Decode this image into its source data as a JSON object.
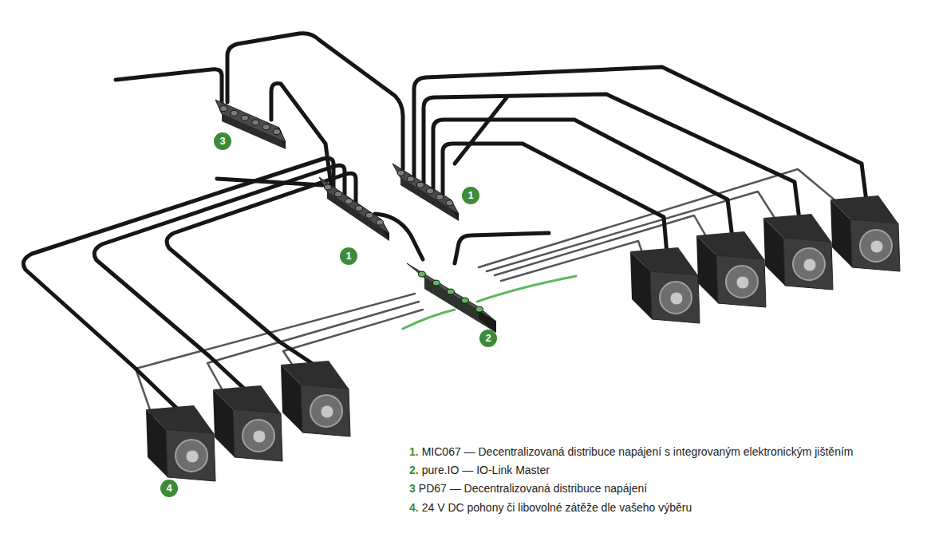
{
  "diagram": {
    "nodes": [
      {
        "text": [
          "3"
        ]
      },
      {
        "text": [
          "1"
        ]
      },
      {
        "text": [
          "1"
        ]
      },
      {
        "text": [
          "2"
        ]
      },
      {
        "text": [
          "4"
        ]
      }
    ],
    "labels": [
      "1.",
      "MIC067 — Decentralizovaná distribuce napájení s integrovaným elektronickým jištěním",
      "2.",
      "pure.IO — IO-Link Master",
      "3",
      "PD67 — Decentralizovaná distribuce napájení",
      "4.",
      "24 V DC pohony či libovolné zátěže dle vašeho výběru"
    ]
  }
}
